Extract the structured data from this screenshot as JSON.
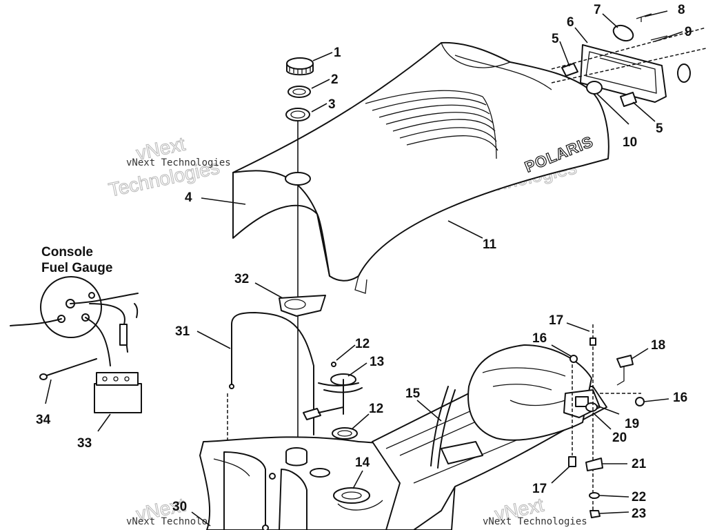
{
  "labels": {
    "console_fuel_gauge_line1": "Console",
    "console_fuel_gauge_line2": "Fuel Gauge",
    "brand": "POLARIS"
  },
  "watermark": {
    "small": "vNext Technologies",
    "large_line1": "vNext",
    "large_line2": "Technologies"
  },
  "callouts": [
    "1",
    "2",
    "3",
    "4",
    "5",
    "6",
    "7",
    "8",
    "9",
    "10",
    "11",
    "12",
    "13",
    "14",
    "15",
    "16",
    "17",
    "18",
    "19",
    "20",
    "21",
    "22",
    "23",
    "30",
    "31",
    "32",
    "33",
    "34"
  ]
}
